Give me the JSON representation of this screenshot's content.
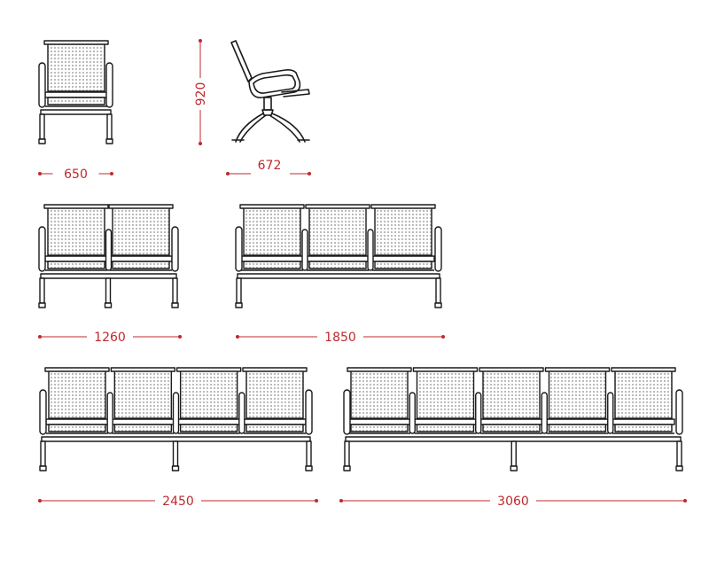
{
  "colors": {
    "dimension": "#c0282d",
    "outline": "#1a1a1a",
    "mesh": "#bdbdbd",
    "background": "#ffffff"
  },
  "dimensions": {
    "single_width": "650",
    "height": "920",
    "depth": "672",
    "two_seat": "1260",
    "three_seat": "1850",
    "four_seat": "2450",
    "five_seat": "3060"
  },
  "benches": [
    {
      "seats": 1,
      "label_key": "single_width"
    },
    {
      "seats": 2,
      "label_key": "two_seat"
    },
    {
      "seats": 3,
      "label_key": "three_seat"
    },
    {
      "seats": 4,
      "label_key": "four_seat"
    },
    {
      "seats": 5,
      "label_key": "five_seat"
    }
  ]
}
